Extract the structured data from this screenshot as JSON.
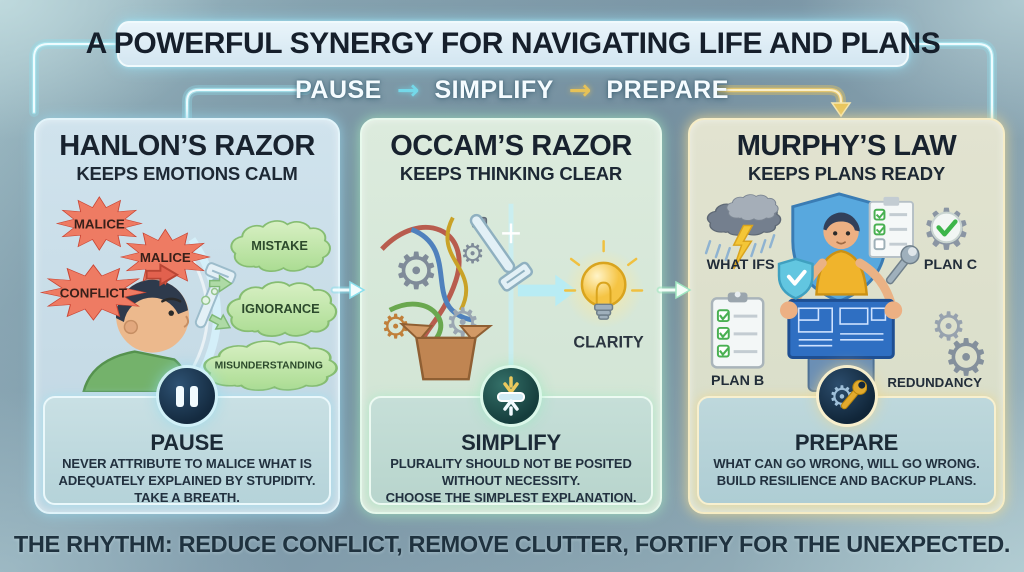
{
  "header": {
    "title": "A POWERFUL SYNERGY FOR NAVIGATING LIFE AND PLANS",
    "flow": {
      "step1": "PAUSE",
      "step2": "SIMPLIFY",
      "step3": "PREPARE",
      "arrow": "→"
    }
  },
  "panels": [
    {
      "title": "HANLON’S RAZOR",
      "subtitle": "KEEPS EMOTIONS CALM",
      "bursts": [
        "MALICE",
        "MALICE",
        "CONFLICT"
      ],
      "clouds": [
        "MISTAKE",
        "IGNORANCE",
        "MISUNDERSTANDING"
      ],
      "step": {
        "label": "PAUSE",
        "icon": "pause-icon",
        "line1": "NEVER ATTRIBUTE TO MALICE WHAT IS",
        "line2": "ADEQUATELY EXPLAINED BY STUPIDITY.",
        "line3": "TAKE A BREATH."
      }
    },
    {
      "title": "OCCAM’S RAZOR",
      "subtitle": "KEEPS THINKING CLEAR",
      "labels": {
        "clarity": "CLARITY"
      },
      "step": {
        "label": "SIMPLIFY",
        "icon": "compress-icon",
        "line1": "PLURALITY SHOULD NOT BE POSITED",
        "line2": "WITHOUT NECESSITY.",
        "line3": "CHOOSE THE SIMPLEST EXPLANATION."
      }
    },
    {
      "title": "MURPHY’S LAW",
      "subtitle": "KEEPS PLANS READY",
      "labels": {
        "top_left": "WHAT IFS",
        "top_right": "PLAN C",
        "bottom_left": "PLAN B",
        "bottom_right": "REDUNDANCY"
      },
      "step": {
        "label": "PREPARE",
        "icon": "gear-wrench-icon",
        "line1": "WHAT CAN GO WRONG, WILL GO WRONG.",
        "line2": "BUILD RESILIENCE AND BACKUP PLANS.",
        "line3": ""
      }
    }
  ],
  "footer": {
    "text": "THE RHYTHM: REDUCE CONFLICT, REMOVE CLUTTER, FORTIFY FOR THE UNEXPECTED."
  },
  "icons": {
    "step1": "pause-icon",
    "step2": "compress-icon",
    "step3": "gear-wrench-icon",
    "flow_arrows": "arrow-right-icon",
    "panel_gaps": "arrow-right-icon",
    "into_panel3": "arrow-down-icon"
  },
  "colors": {
    "accent_cyan": "#74d8e9",
    "accent_gold": "#e7c257",
    "accent_mint": "#9fe6c0",
    "panel1_glow": "#96d7eb",
    "panel2_glow": "#a5ebbe",
    "panel3_glow": "#eed891",
    "burst_red": "#ee7b63",
    "cloud_green": "#bfe3a8",
    "title_text": "#161f2b",
    "step_text": "#f5fcff"
  }
}
